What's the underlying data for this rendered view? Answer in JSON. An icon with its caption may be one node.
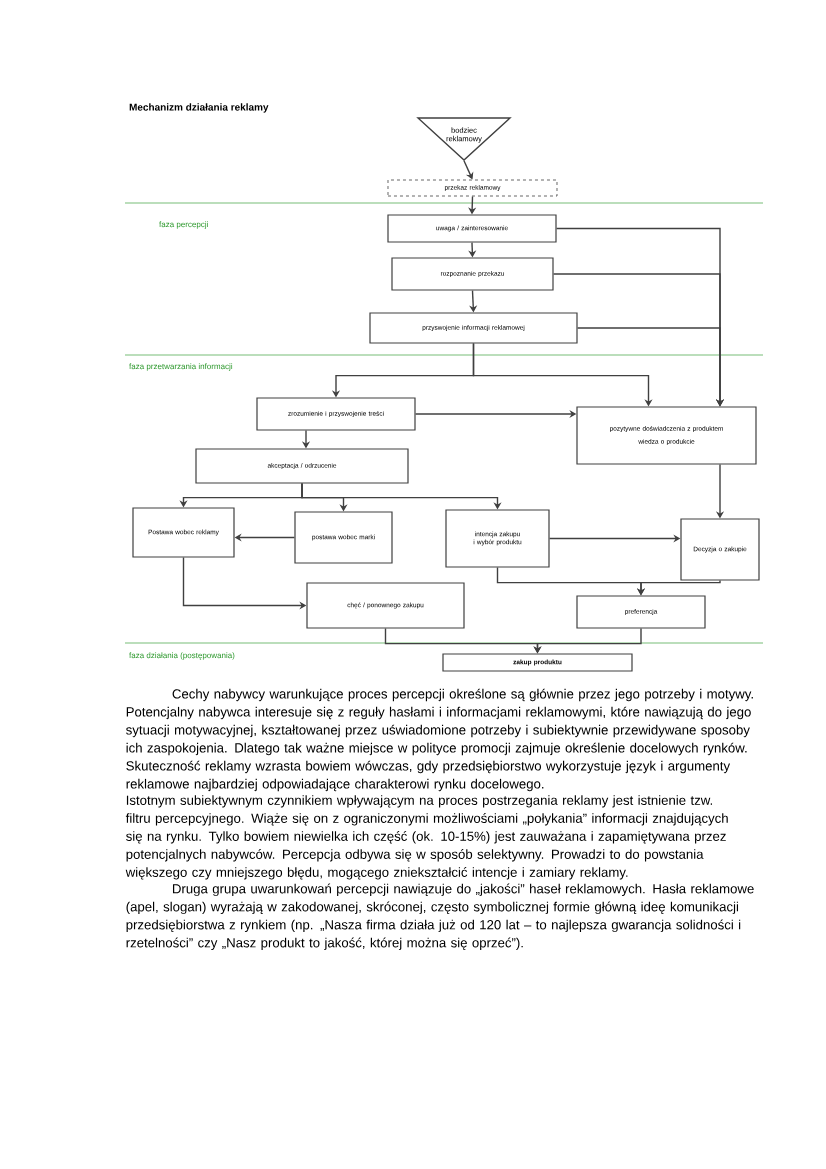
{
  "diagram": {
    "title": "Mechanizm działania reklamy",
    "nodes": [
      {
        "text": [
          "bodziec reklamowy"
        ]
      },
      {
        "text": [
          "przekaz reklamowy"
        ]
      },
      {
        "text": [
          "uwaga / zainteresowanie"
        ]
      },
      {
        "text": [
          "rozpoznanie przekazu"
        ]
      },
      {
        "text": [
          "przyswojenie informacji reklamowej"
        ]
      },
      {
        "text": [
          "zrozumienie i przyswojenie treści"
        ]
      },
      {
        "text": [
          "akceptacja / odrzucenie"
        ]
      },
      {
        "text": [
          "Postawa wobec reklamy"
        ]
      },
      {
        "text": [
          "postawa wobec marki"
        ]
      },
      {
        "text": [
          "intencja zakupu i wybór produktu"
        ]
      },
      {
        "text": [
          "pozytywne doświadczenia z produktem",
          "wiedza o produkcie"
        ]
      },
      {
        "text": [
          "Decyzja o zakupie"
        ]
      },
      {
        "text": [
          "chęć / ponownego zakupu"
        ]
      },
      {
        "text": [
          "preferencja"
        ]
      },
      {
        "text": [
          "zakup produktu"
        ]
      }
    ],
    "edges": [
      {
        "from": 0,
        "to": 1,
        "arrow": "to"
      },
      {
        "from": 1,
        "to": 2,
        "arrow": "to"
      },
      {
        "from": 2,
        "to": 3,
        "arrow": "to"
      },
      {
        "from": 3,
        "to": 4,
        "arrow": "to"
      },
      {
        "from": 2,
        "to": 10,
        "arrow": "to"
      },
      {
        "from": 3,
        "to": 10,
        "arrow": "to"
      },
      {
        "from": 4,
        "to": 10,
        "arrow": "to"
      },
      {
        "from": 4,
        "to": 5,
        "arrow": "to"
      },
      {
        "from": 4,
        "to": 10,
        "arrow": "to"
      },
      {
        "from": 5,
        "to": 10,
        "arrow": "to"
      },
      {
        "from": 5,
        "to": 6,
        "arrow": "to"
      },
      {
        "from": 6,
        "to": 7,
        "arrow": "to"
      },
      {
        "from": 6,
        "to": 8,
        "arrow": "to"
      },
      {
        "from": 6,
        "to": 9,
        "arrow": "to"
      },
      {
        "from": 8,
        "to": 7,
        "arrow": "to"
      },
      {
        "from": 7,
        "to": 12,
        "arrow": "to"
      },
      {
        "from": 9,
        "to": 11,
        "arrow": "to"
      },
      {
        "from": 10,
        "to": 11,
        "arrow": "to"
      },
      {
        "from": 9,
        "to": 13,
        "arrow": "to"
      },
      {
        "from": 11,
        "to": 13,
        "arrow": "to"
      },
      {
        "from": 12,
        "to": 14,
        "arrow": "to"
      },
      {
        "from": 13,
        "to": 14,
        "arrow": "to"
      }
    ],
    "labels": [
      "faza percepcji",
      "faza przetwarzania informacji",
      "faza działania (postępowania)",
      "Cechy nabywcy warunkujące proces percepcji określone są głównie przez jego potrzeby i motywy. Potencjalny nabywca interesuje się z reguły hasłami i informacjami reklamowymi, które nawiązują do jego sytuacji motywacyjnej, kształtowanej przez uświadomione potrzeby i subiektywnie przewidywane sposoby ich zaspokojenia. Dlatego tak ważne miejsce w polityce promocji zajmuje określenie docelowych rynków. Skuteczność reklamy wzrasta bowiem wówczas, gdy przedsiębiorstwo wykorzystuje język i argumenty reklamowe najbardziej odpowiadające charakterowi rynku docelowego.",
      "Istotnym subiektywnym czynnikiem wpływającym na proces postrzegania reklamy jest istnienie tzw. filtru percepcyjnego. Wiąże się on z ograniczonymi możliwościami „połykania” informacji znajdujących się na rynku. Tylko bowiem niewielka ich część (ok. 10-15%) jest zauważana i zapamiętywana przez potencjalnych nabywców. Percepcja odbywa się w sposób selektywny. Prowadzi to do powstania większego czy mniejszego błędu, mogącego zniekształcić intencje i zamiary reklamy.",
      "Druga grupa uwarunkowań percepcji nawiązuje do „jakości” haseł reklamowych. Hasła reklamowe (apel, slogan) wyrażają w zakodowanej, skróconej, często symbolicznej formie główną ideę komunikacji przedsiębiorstwa z rynkiem (np. „Nasza firma działa już od 120 lat – to najlepsza gwarancja solidności i rzetelności” czy „Nasz produkt to jakość, której można się oprzeć”)."
    ]
  }
}
